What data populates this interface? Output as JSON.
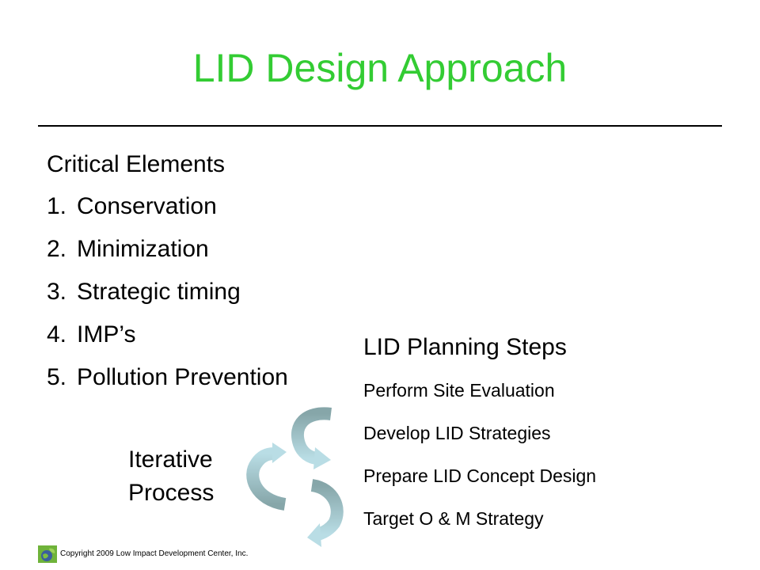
{
  "slide": {
    "title": "LID Design Approach",
    "critical_elements": {
      "heading": "Critical Elements",
      "items": [
        {
          "num": "1.",
          "label": "Conservation"
        },
        {
          "num": "2.",
          "label": "Minimization"
        },
        {
          "num": "3.",
          "label": "Strategic timing"
        },
        {
          "num": "4.",
          "label": "IMP’s"
        },
        {
          "num": "5.",
          "label": "Pollution Prevention"
        }
      ]
    },
    "planning_steps": {
      "heading": "LID Planning Steps",
      "items": [
        "Perform Site Evaluation",
        "Develop LID Strategies",
        "Prepare LID Concept Design",
        "Target  O & M Strategy"
      ]
    },
    "cycle_label": {
      "line1": "Iterative",
      "line2": "Process"
    },
    "footer": {
      "copyright": "Copyright 2009 Low Impact Development Center, Inc."
    }
  },
  "colors": {
    "title": "#33cc33",
    "text": "#000000",
    "rule": "#000000",
    "arrow_light": "#b9dde5",
    "arrow_dark": "#86a6a9"
  },
  "icons": {
    "cycle": "circular-arrows-icon",
    "logo": "globe-leaf-logo-icon"
  }
}
